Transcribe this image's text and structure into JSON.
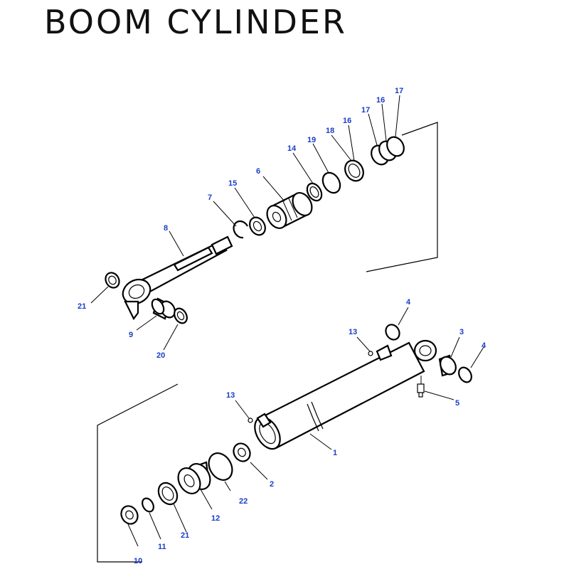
{
  "title": "BOOM CYLINDER",
  "callouts": {
    "c1": "1",
    "c2": "2",
    "c3": "3",
    "c4a": "4",
    "c4b": "4",
    "c5": "5",
    "c6": "6",
    "c7": "7",
    "c8": "8",
    "c9": "9",
    "c10": "10",
    "c11": "11",
    "c12": "12",
    "c13a": "13",
    "c13b": "13",
    "c14": "14",
    "c15": "15",
    "c16a": "16",
    "c16b": "16",
    "c17a": "17",
    "c17b": "17",
    "c18": "18",
    "c19": "19",
    "c20": "20",
    "c21a": "21",
    "c21b": "21",
    "c22": "22"
  },
  "colors": {
    "callout": "#1a3cc8",
    "line": "#000000"
  }
}
